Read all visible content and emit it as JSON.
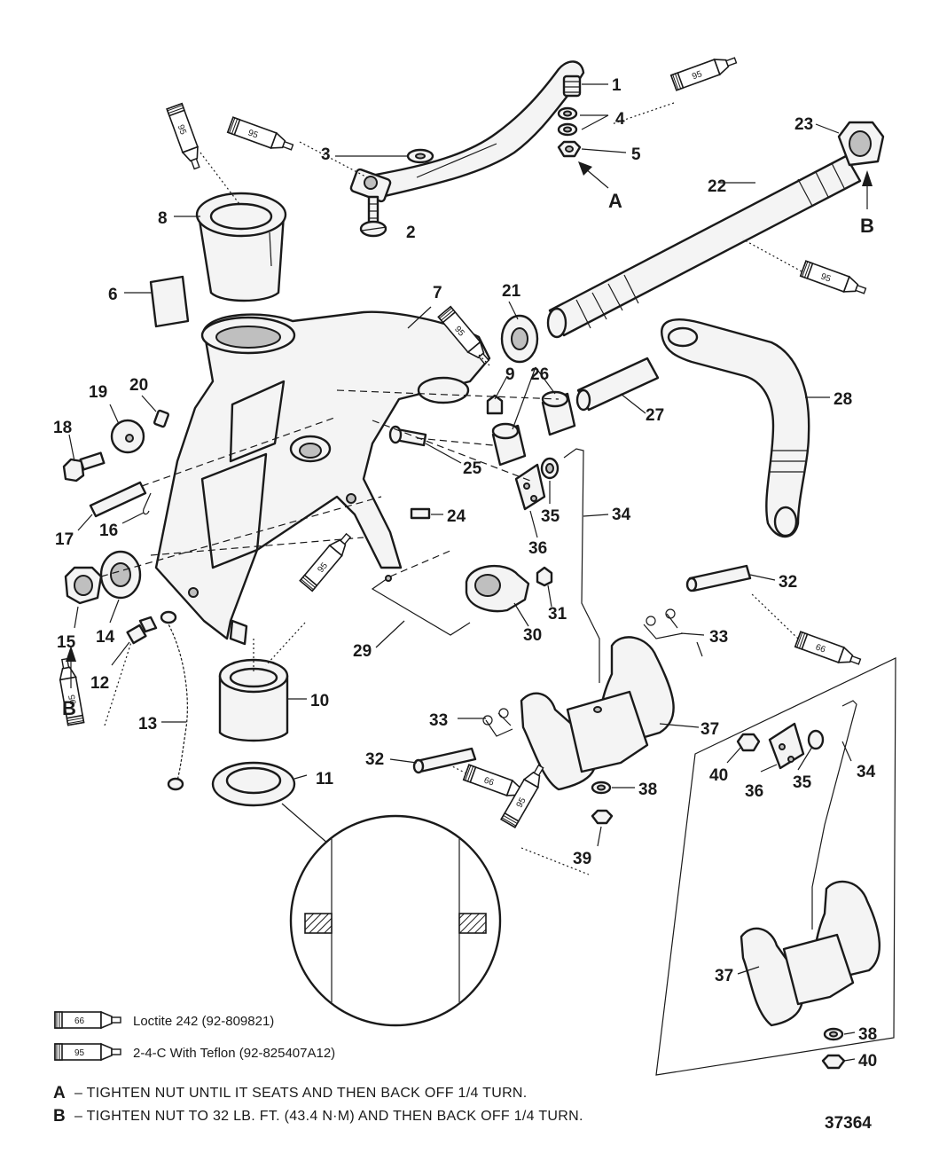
{
  "figure_number": "37364",
  "callouts": [
    "1",
    "2",
    "3",
    "4",
    "5",
    "6",
    "7",
    "8",
    "9",
    "10",
    "11",
    "12",
    "13",
    "14",
    "15",
    "16",
    "17",
    "18",
    "19",
    "20",
    "21",
    "22",
    "23",
    "24",
    "25",
    "26",
    "27",
    "28",
    "29",
    "30",
    "31",
    "32",
    "33",
    "34",
    "35",
    "36",
    "37",
    "38",
    "39",
    "40"
  ],
  "reference_letters": {
    "a": "A",
    "b": "B"
  },
  "sealant_tubes": {
    "loctite": "66",
    "teflon": "95"
  },
  "legend": [
    {
      "tube": "66",
      "text": "Loctite 242  (92-809821)"
    },
    {
      "tube": "95",
      "text": "2-4-C  With Teflon (92-825407A12)"
    }
  ],
  "notes": [
    {
      "key": "A",
      "text": "– TIGHTEN  NUT UNTIL IT SEATS AND THEN BACK OFF 1/4 TURN."
    },
    {
      "key": "B",
      "text": "– TIGHTEN NUT TO 32 LB. FT. (43.4 N·M) AND THEN BACK OFF 1/4 TURN."
    }
  ]
}
